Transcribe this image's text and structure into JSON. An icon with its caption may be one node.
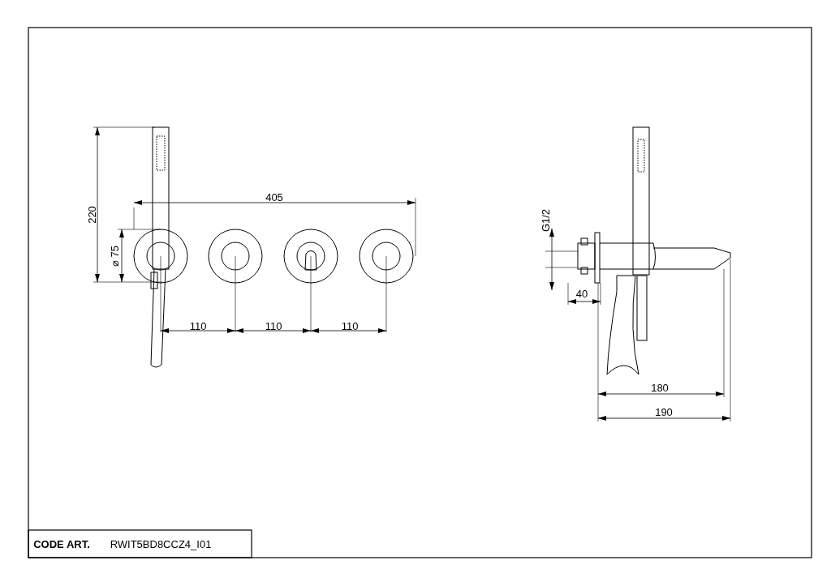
{
  "diagram": {
    "labels": [
      "220",
      "405",
      "⌀ 75",
      "G1/2",
      "110",
      "110",
      "110",
      "40",
      "180",
      "190",
      "CODE ART.",
      "RWIT5BD8CCZ4_I01"
    ]
  }
}
